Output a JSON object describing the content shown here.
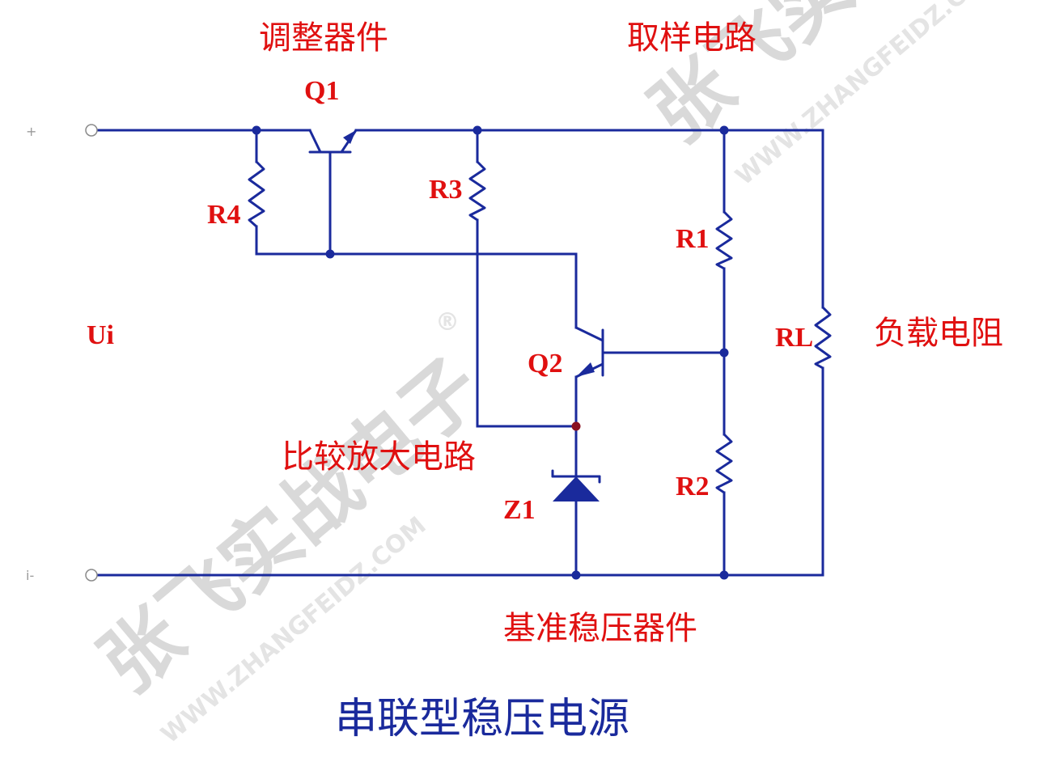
{
  "components": {
    "q1": "Q1",
    "q2": "Q2",
    "r1": "R1",
    "r2": "R2",
    "r3": "R3",
    "r4": "R4",
    "rl": "RL",
    "z1": "Z1",
    "ui": "Ui"
  },
  "terminals": {
    "plus": "+",
    "minus": "i-"
  },
  "annotations": {
    "adjust_device": "调整器件",
    "sampling_circuit": "取样电路",
    "load_resistor": "负载电阻",
    "compare_amplifier": "比较放大电路",
    "reference_regulator": "基准稳压器件"
  },
  "title": "串联型稳压电源",
  "watermark": {
    "brand": "张飞实战电子",
    "registered": "®",
    "url_1": "WWW.ZHANGFEIDZ.COM",
    "url_2": "WWW.ZHANGFEIDZ.COM"
  },
  "colors": {
    "wire": "#1a2a9c",
    "label": "#e01010",
    "title": "#1a2a9c",
    "watermark": "#d9d9d9"
  }
}
